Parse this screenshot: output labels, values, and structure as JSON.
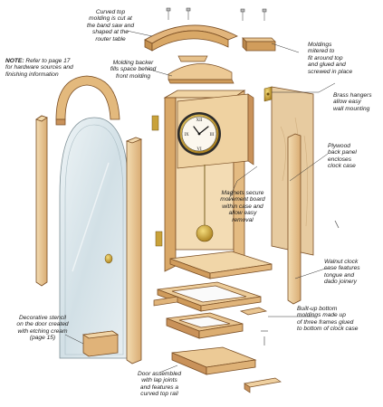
{
  "callouts": {
    "curved_top": "Curved top\nmolding is cut at\nthe band saw and\nshaped at the\nrouter table",
    "note_prefix": "NOTE:",
    "note_text": " Refer to page 17\nfor hardware sources and\nfinishing information",
    "molding_backer": "Molding backer\nfills space behind\nfront molding",
    "moldings_mitered": "Moldings\nmitered to\nfit around top\nand glued and\nscrewed in place",
    "brass_hangers": "Brass hangers\nallow easy\nwall mounting",
    "plywood_back": "Plywood\nback panel\nencloses\nclock case",
    "magnets": "Magnets secure\nmovement board\nwithin case and\nallow easy\nremoval",
    "walnut_case": "Walnut clock\ncase features\ntongue and\ndado joinery",
    "built_up": "Built-up bottom\nmoldings made up\nof three frames glued\nto bottom of clock case",
    "stencil": "Decorative stencil\non the door created\nwith etching cream\n(page 15)",
    "door": "Door assembled\nwith lap joints\nand features a\ncurved top rail"
  },
  "colors": {
    "wood_light": "#efd4a6",
    "wood_mid": "#deb27a",
    "wood_dark": "#c48f55",
    "wood_edge": "#8a5a2b",
    "plywood": "#e6caa0",
    "glass": "#dbe6ea",
    "brass": "#c9a23a",
    "line": "#333333"
  }
}
